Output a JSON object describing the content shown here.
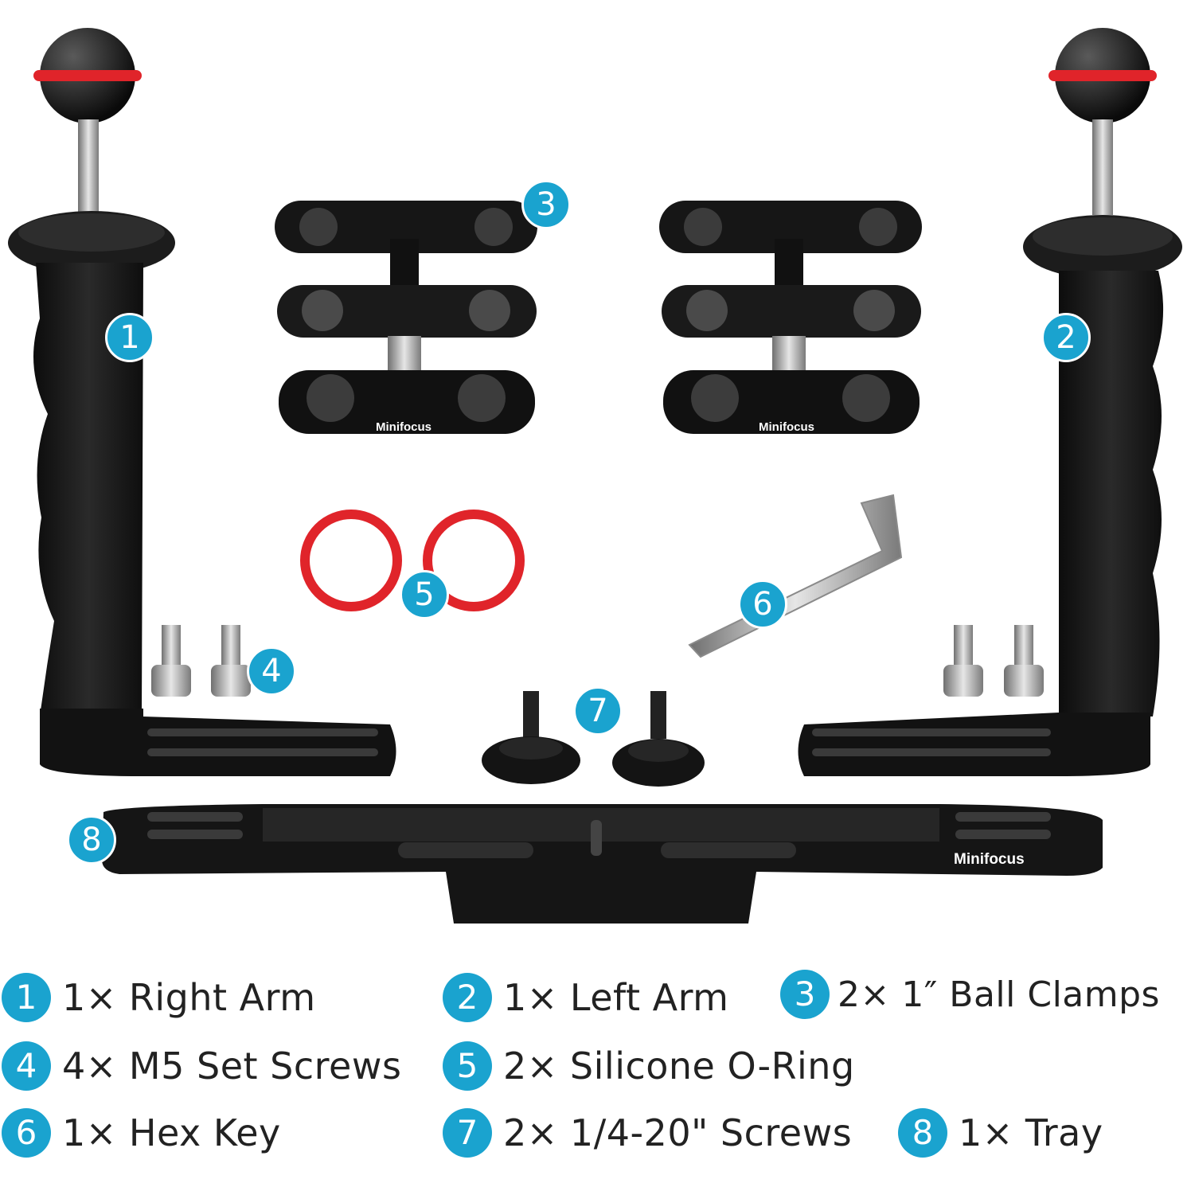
{
  "brand_text": "Minifocus",
  "colors": {
    "badge": "#1aa3cf",
    "metal": "#151515",
    "oring": "#e0242a",
    "text": "#222222"
  },
  "parts": [
    {
      "num": "1",
      "label": "1× Right Arm"
    },
    {
      "num": "2",
      "label": "1× Left Arm"
    },
    {
      "num": "3",
      "label": "2× 1″ Ball Clamps"
    },
    {
      "num": "4",
      "label": "4× M5 Set Screws"
    },
    {
      "num": "5",
      "label": "2× Silicone O-Ring"
    },
    {
      "num": "6",
      "label": "1× Hex Key"
    },
    {
      "num": "7",
      "label": "2× 1/4-20\" Screws"
    },
    {
      "num": "8",
      "label": "1× Tray"
    }
  ]
}
